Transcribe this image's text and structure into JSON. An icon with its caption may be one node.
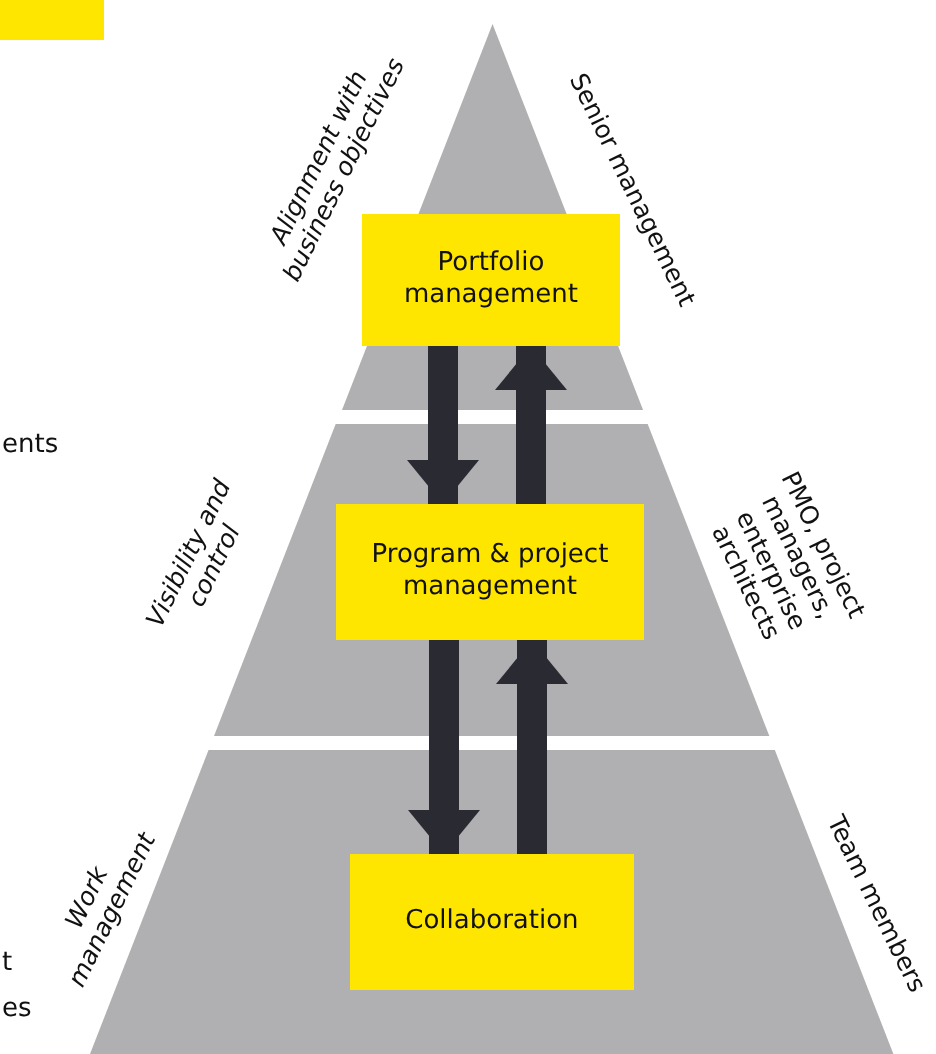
{
  "diagram": {
    "nodes": [
      {
        "text": [],
        "shape": "band",
        "beside": [
          "Alignment with business objectives",
          "Senior management"
        ]
      },
      {
        "text": [
          "Portfolio management"
        ],
        "in": 0
      },
      {
        "text": [],
        "shape": "band",
        "beside": [
          "Visibility and control",
          "PMO, project managers, enterprise architects"
        ]
      },
      {
        "text": [
          "Program & project management"
        ],
        "in": 2
      },
      {
        "text": [],
        "shape": "band",
        "beside": [
          "Work management",
          "Team members"
        ]
      },
      {
        "text": [
          "Collaboration"
        ],
        "in": 4
      }
    ],
    "edges": [
      {
        "from": 1,
        "to": 3,
        "arrow": "to"
      },
      {
        "from": 3,
        "to": 1,
        "arrow": "to"
      },
      {
        "from": 3,
        "to": 5,
        "arrow": "to"
      },
      {
        "from": 5,
        "to": 3,
        "arrow": "to"
      }
    ],
    "labels": [
      "ents",
      "t",
      "es"
    ]
  }
}
